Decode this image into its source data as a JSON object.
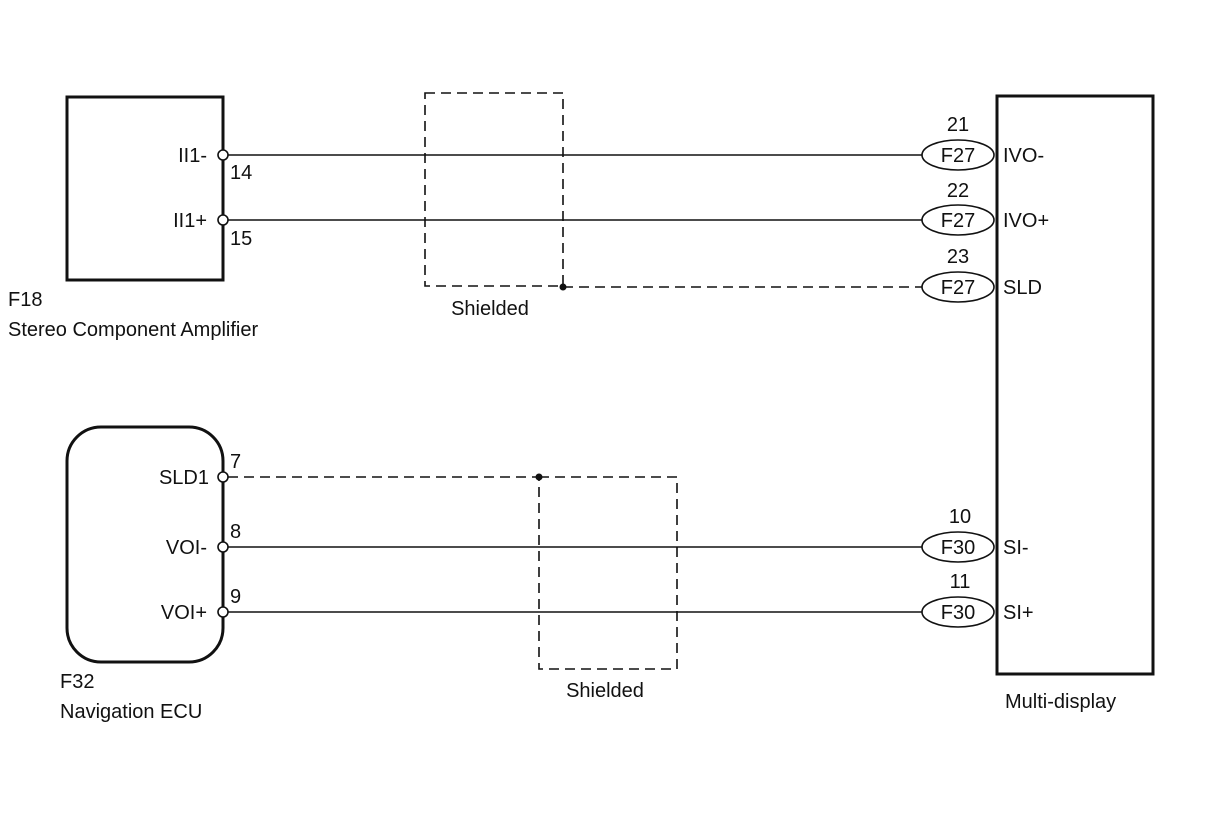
{
  "components": {
    "amplifier": {
      "code": "F18",
      "name": "Stereo Component Amplifier"
    },
    "navigation": {
      "code": "F32",
      "name": "Navigation ECU"
    },
    "display": {
      "name": "Multi-display"
    }
  },
  "amplifier_pins": [
    {
      "label": "II1-",
      "number": "14"
    },
    {
      "label": "II1+",
      "number": "15"
    }
  ],
  "navigation_pins": [
    {
      "label": "SLD1",
      "number": "7"
    },
    {
      "label": "VOI-",
      "number": "8"
    },
    {
      "label": "VOI+",
      "number": "9"
    }
  ],
  "display_pins": [
    {
      "connector": "F27",
      "number": "21",
      "label": "IVO-"
    },
    {
      "connector": "F27",
      "number": "22",
      "label": "IVO+"
    },
    {
      "connector": "F27",
      "number": "23",
      "label": "SLD"
    },
    {
      "connector": "F30",
      "number": "10",
      "label": "SI-"
    },
    {
      "connector": "F30",
      "number": "11",
      "label": "SI+"
    }
  ],
  "shields": [
    {
      "label": "Shielded"
    },
    {
      "label": "Shielded"
    }
  ]
}
